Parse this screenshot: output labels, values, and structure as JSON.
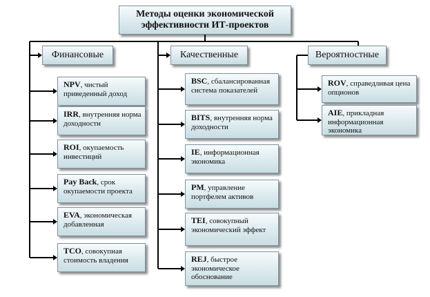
{
  "title": "Методы оценки экономической эффективности ИТ-проектов",
  "columns": [
    {
      "label": "Финансовые",
      "items": [
        {
          "abbr": "NPV",
          "desc": ", чистый приведенный доход"
        },
        {
          "abbr": "IRR",
          "desc": ", внутренняя норма доходности"
        },
        {
          "abbr": "ROI",
          "desc": ", окупаемость инвестиций"
        },
        {
          "abbr": "Pay Back",
          "desc": ", срок окупаемости проекта"
        },
        {
          "abbr": "EVA",
          "desc": ", экономическая добавленная"
        },
        {
          "abbr": "TCO",
          "desc": ", совокупная стоимость владения"
        }
      ]
    },
    {
      "label": "Качественные",
      "items": [
        {
          "abbr": "BSC",
          "desc": ", сбалансированная система показателей"
        },
        {
          "abbr": "BITS",
          "desc": ", внутренняя норма доходности"
        },
        {
          "abbr": "IE",
          "desc": ", информационная экономика"
        },
        {
          "abbr": "PM",
          "desc": ", управление портфелем активов"
        },
        {
          "abbr": "TEI",
          "desc": ", совокупный экономический эффект"
        },
        {
          "abbr": "REJ",
          "desc": ", быстрое экономическое обоснование"
        }
      ]
    },
    {
      "label": "Вероятностные",
      "items": [
        {
          "abbr": "ROV",
          "desc": ", справедливая цена опционов"
        },
        {
          "abbr": "AIE",
          "desc": ", прикладная информационная экономика"
        }
      ]
    }
  ]
}
